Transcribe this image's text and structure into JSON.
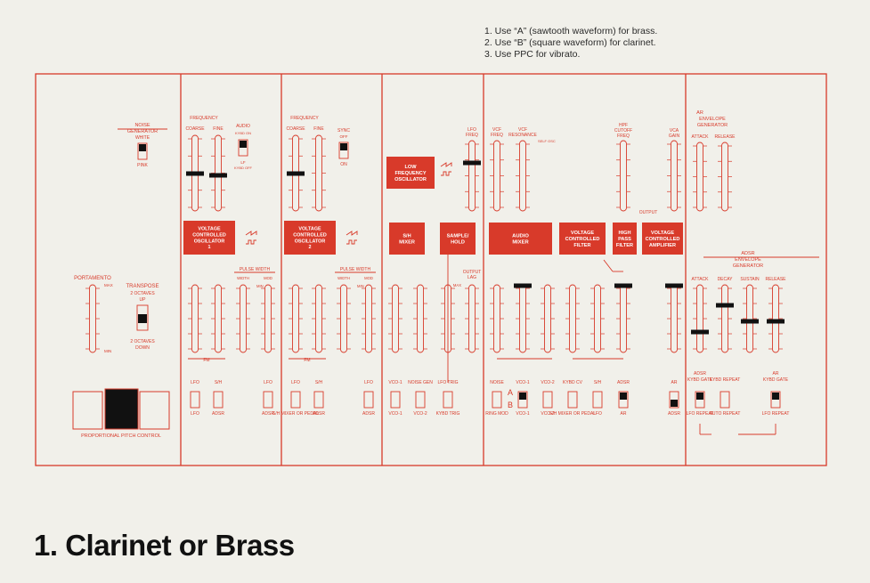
{
  "notes": [
    "1.  Use “A” (sawtooth waveform) for brass.",
    "2.  Use “B” (square waveform) for clarinet.",
    "3.  Use PPC for vibrato."
  ],
  "page_title": "1. Clarinet or Brass",
  "colors": {
    "line": "#d83a2a",
    "fill": "#d83a2a",
    "knob": "#111111",
    "paper": "#f1f0ea"
  },
  "modules": [
    {
      "id": "noise",
      "boxes": [],
      "labels": [
        "NOISE",
        "GENERATOR",
        "WHITE",
        "PINK",
        "PORTAMENTO",
        "MAX",
        "MIN",
        "TRANSPOSE",
        "2 OCTAVES",
        "UP",
        "2 OCTAVES",
        "DOWN",
        "PROPORTIONAL PITCH CONTROL"
      ]
    },
    {
      "id": "vco1",
      "boxes": [
        [
          "VOLTAGE",
          "CONTROLLED",
          "OSCILLATOR",
          "1"
        ]
      ],
      "labels": [
        "FREQUENCY",
        "COARSE",
        "FINE",
        "AUDIO",
        "KYBD ON",
        "LF",
        "KYBD OFF",
        "PULSE WIDTH",
        "WIDTH",
        "MOD",
        "MIN",
        "FM",
        "LFO",
        "S/H",
        "LFO",
        "ADSR",
        "LFO",
        "ADSR"
      ]
    },
    {
      "id": "vco2",
      "boxes": [
        [
          "VOLTAGE",
          "CONTROLLED",
          "OSCILLATOR",
          "2"
        ]
      ],
      "labels": [
        "FREQUENCY",
        "COARSE",
        "FINE",
        "SYNC",
        "OFF",
        "ON",
        "PULSE WIDTH",
        "WIDTH",
        "MOD",
        "MIN",
        "FM",
        "LFO",
        "S/H",
        "S/H MIXER OR PEDAL",
        "ADSR",
        "LFO",
        "ADSR"
      ]
    },
    {
      "id": "lfo",
      "boxes": [
        [
          "LOW",
          "FREQUENCY",
          "OSCILLATOR"
        ],
        [
          "S/H",
          "MIXER"
        ],
        [
          "SAMPLE/",
          "HOLD"
        ]
      ],
      "labels": [
        "LFO",
        "FREQ",
        "OUTPUT",
        "LAG",
        "MAX",
        "VCO-1",
        "NOISE GEN",
        "LFO TRIG",
        "VCO-1",
        "VCO-2",
        "KYBD TRIG"
      ]
    },
    {
      "id": "filter",
      "boxes": [
        [
          "AUDIO",
          "MIXER"
        ],
        [
          "VOLTAGE",
          "CONTROLLED",
          "FILTER"
        ],
        [
          "HIGH",
          "PASS",
          "FILTER"
        ],
        [
          "VOLTAGE",
          "CONTROLLED",
          "AMPLIFIER"
        ]
      ],
      "labels": [
        "VCF",
        "FREQ",
        "VCF",
        "RESONANCE",
        "SELF OSC",
        "HPF",
        "CUTOFF",
        "FREQ",
        "VCA",
        "GAIN",
        "OUTPUT",
        "NOISE",
        "VCO-1",
        "VCO-2",
        "KYBD CV",
        "S/H",
        "ADSR",
        "AR",
        "RING MOD",
        "VCO-1",
        "VCO-2",
        "S/H MIXER OR PEDAL",
        "LFO",
        "AR",
        "ADSR",
        "A",
        "B"
      ]
    },
    {
      "id": "envelopes",
      "boxes": [],
      "labels": [
        "AR",
        "ENVELOPE",
        "GENERATOR",
        "ATTACK",
        "RELEASE",
        "ADSR",
        "ENVELOPE",
        "GENERATOR",
        "ATTACK",
        "DECAY",
        "SUSTAIN",
        "RELEASE",
        "ADSR",
        "KYBD GATE",
        "AR",
        "KYBD REPEAT",
        "AR",
        "KYBD GATE",
        "LFO REPEAT",
        "AUTO REPEAT",
        "LFO REPEAT"
      ]
    }
  ]
}
